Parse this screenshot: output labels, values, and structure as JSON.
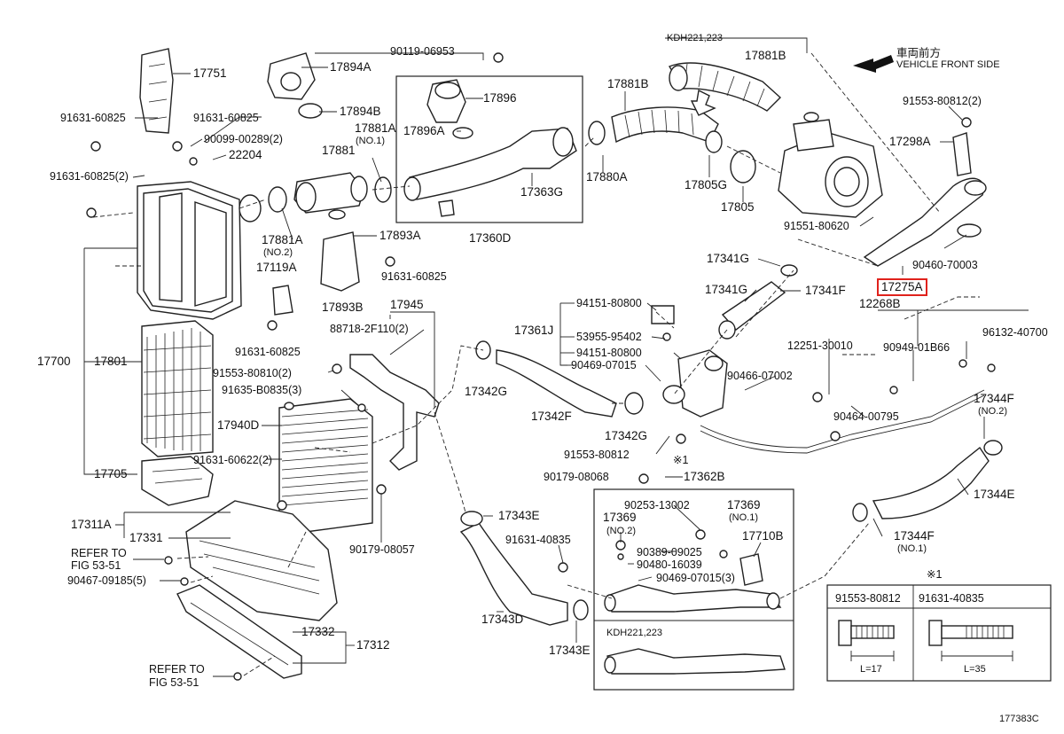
{
  "diagram_code": "177383C",
  "vehicle_front": {
    "jp": "車両前方",
    "en": "VEHICLE FRONT SIDE"
  },
  "highlighted_part": "17275A",
  "labels": {
    "p17751": "17751",
    "p91631_60825a": "91631-60825",
    "p91631_60825b": "91631-60825",
    "p90099_00289": "90099-00289(2)",
    "p22204": "22204",
    "p91631_60825_2": "91631-60825(2)",
    "p17894A": "17894A",
    "p17894B": "17894B",
    "p17881A_no1": "17881A",
    "no1_a": "(NO.1)",
    "p17881": "17881",
    "p17881A_no2": "17881A",
    "no2_a": "(NO.2)",
    "p17119A": "17119A",
    "p17893A": "17893A",
    "p17893B": "17893B",
    "p91631_60825c": "91631-60825",
    "p91631_60825d": "91631-60825",
    "p90119_06953": "90119-06953",
    "p17896": "17896",
    "p17896A": "17896A",
    "p17363G": "17363G",
    "p17360D": "17360D",
    "kdh_a": "KDH221,223",
    "p17881B_top": "17881B",
    "p17881B": "17881B",
    "p17880A": "17880A",
    "p17805G": "17805G",
    "p17805": "17805",
    "p91553_80812_2": "91553-80812(2)",
    "p17298A": "17298A",
    "p91551_80620": "91551-80620",
    "p90460_70003": "90460-70003",
    "p17275A": "17275A",
    "p12268B": "12268B",
    "p17341G_a": "17341G",
    "p17341G_b": "17341G",
    "p17341F": "17341F",
    "p17945": "17945",
    "p88718": "88718-2F110(2)",
    "p91553_80810": "91553-80810(2)",
    "p91635_B0835": "91635-B0835(3)",
    "p17940D": "17940D",
    "p17700": "17700",
    "p17801": "17801",
    "p17705": "17705",
    "p91631_60622": "91631-60622(2)",
    "p17311A": "17311A",
    "p17331": "17331",
    "refer_a1": "REFER TO",
    "refer_a2": "FIG 53-51",
    "p90467_09185": "90467-09185(5)",
    "p17332": "17332",
    "p17312": "17312",
    "refer_b1": "REFER TO",
    "refer_b2": "FIG 53-51",
    "p90179_08057": "90179-08057",
    "p17342G_a": "17342G",
    "p17342F": "17342F",
    "p17342G_b": "17342G",
    "p17361J": "17361J",
    "p94151_80800a": "94151-80800",
    "p53955_95402": "53955-95402",
    "p94151_80800b": "94151-80800",
    "p90469_07015": "90469-07015",
    "p91553_80812": "91553-80812",
    "ref1": "※1",
    "p90179_08068": "90179-08068",
    "p17362B": "17362B",
    "p12251_30010": "12251-30010",
    "p90949_01B66": "90949-01B66",
    "p96132_40700": "96132-40700",
    "p90466_07002": "90466-07002",
    "p90464_00795": "90464-00795",
    "p17344F_no2": "17344F",
    "no2_b": "(NO.2)",
    "p17344E": "17344E",
    "p17344F_no1": "17344F",
    "no1_b": "(NO.1)",
    "p17343E_a": "17343E",
    "p17343D": "17343D",
    "p17343E_b": "17343E",
    "p91631_40835": "91631-40835",
    "p90253_13002": "90253-13002",
    "p17369_a": "17369",
    "no2_c": "(NO.2)",
    "p17369_b": "17369",
    "no1_c": "(NO.1)",
    "p17710B": "17710B",
    "p90389_09025": "90389-09025",
    "p90480_16039": "90480-16039",
    "p90469_07015_3": "90469-07015(3)",
    "kdh_b": "KDH221,223",
    "inset_ref": "※1",
    "inset_col1": "91553-80812",
    "inset_col2": "91631-40835",
    "inset_len1": "L=17",
    "inset_len2": "L=35"
  }
}
